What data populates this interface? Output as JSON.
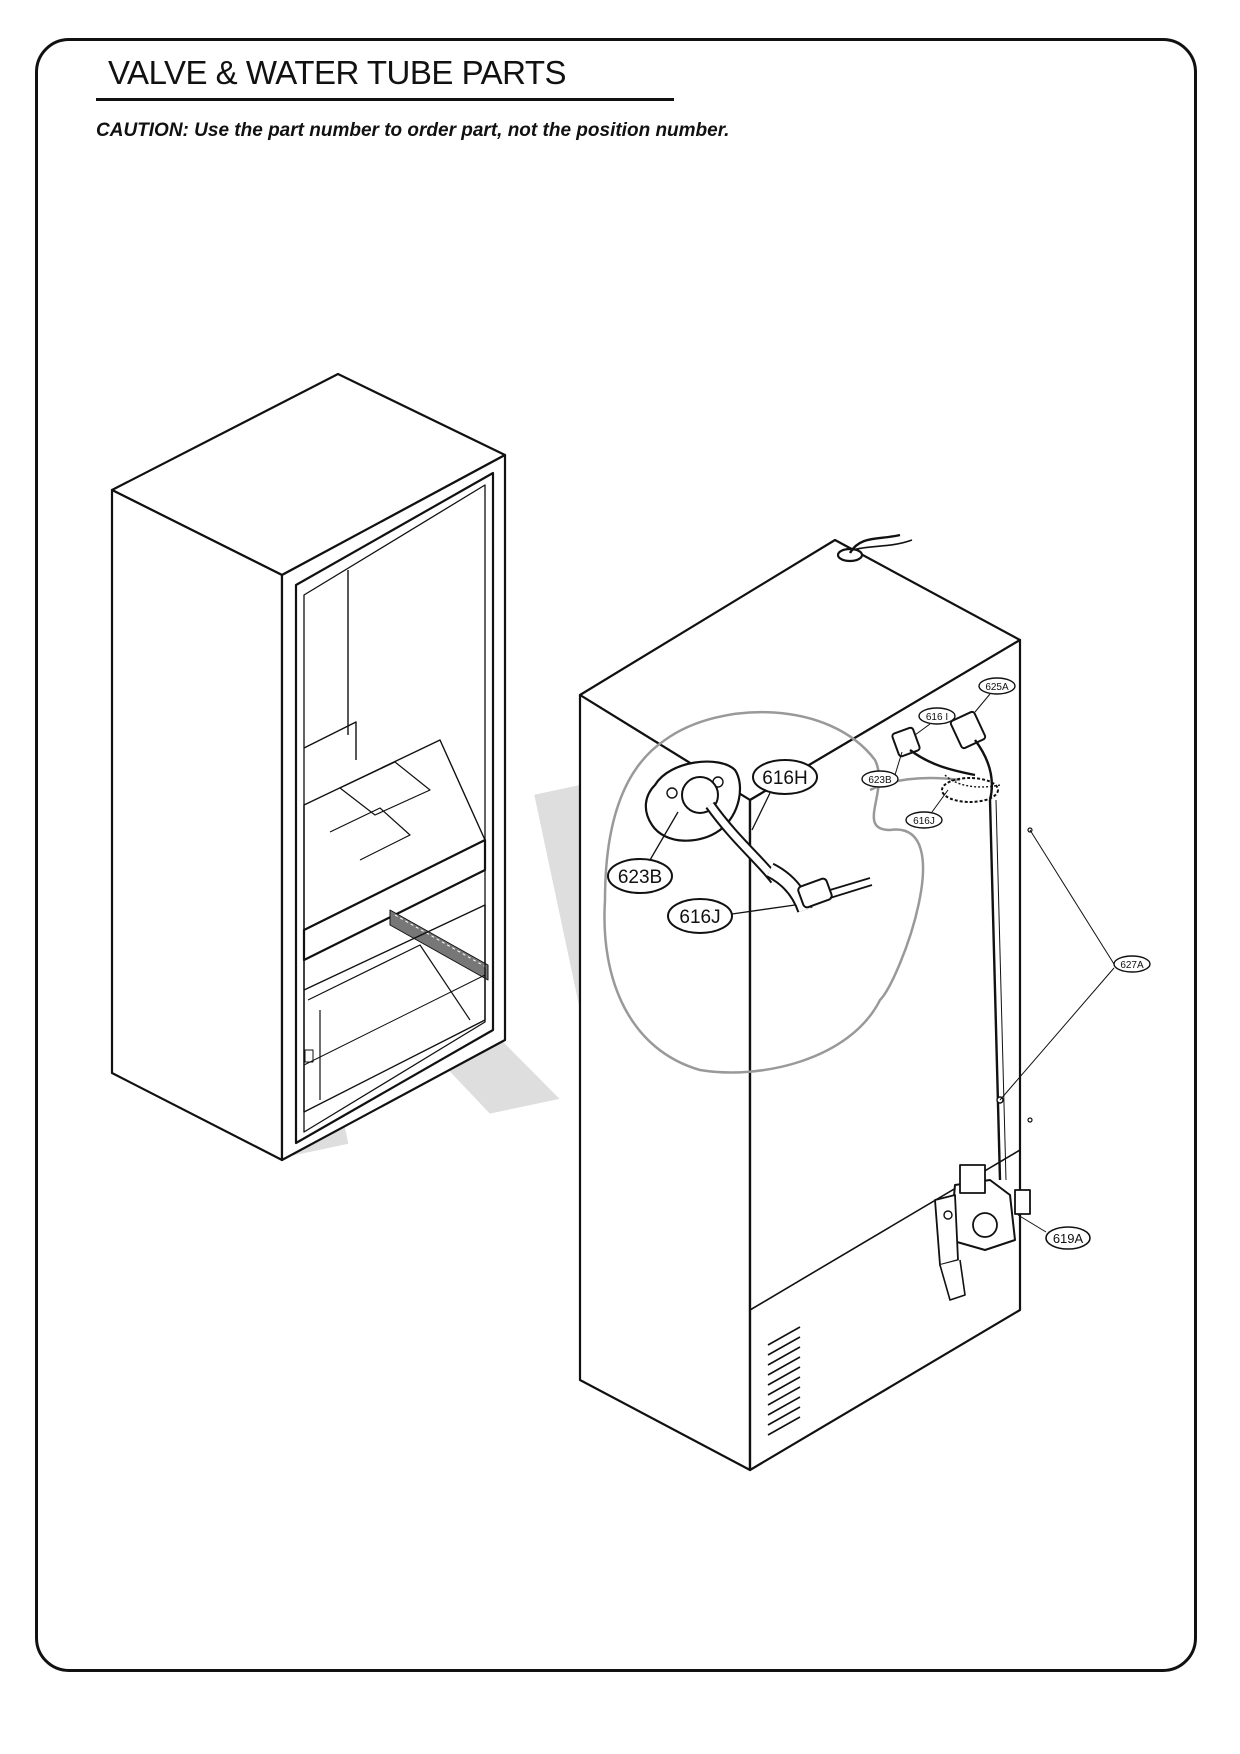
{
  "header": {
    "title": "VALVE & WATER TUBE PARTS",
    "caution": "CAUTION: Use the part number to order part, not the position number."
  },
  "watermark": "RPI",
  "callouts": {
    "c616H": "616H",
    "c623B": "623B",
    "c616J": "616J",
    "s625A": "625A",
    "s616I": "616 I",
    "s623B": "623B",
    "s616J": "616J",
    "s627A": "627A",
    "c619A": "619A"
  }
}
